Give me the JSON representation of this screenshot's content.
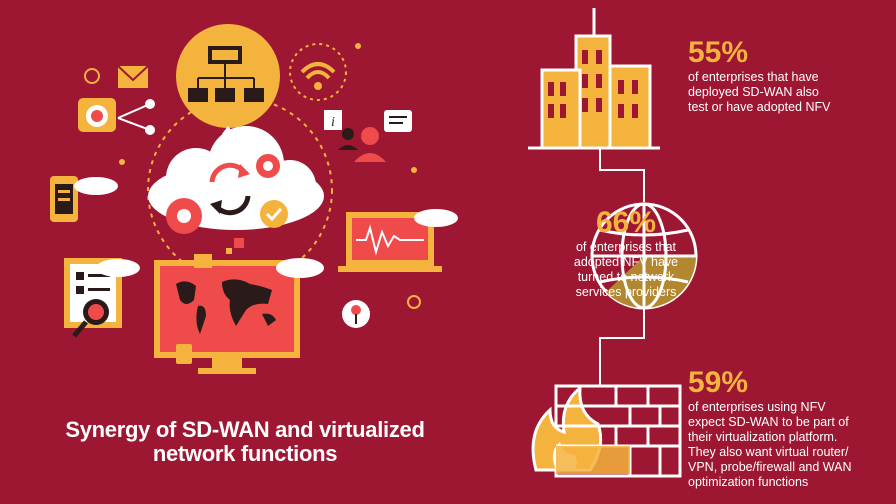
{
  "title": {
    "line1": "Synergy of SD-WAN and virtualized",
    "line2": "network functions"
  },
  "stats": [
    {
      "percent": "55%",
      "lines": [
        "of enterprises that have",
        "deployed SD-WAN also",
        "test or have adopted NFV"
      ]
    },
    {
      "percent": "66%",
      "lines": [
        "of enterprises that",
        "adopted NFV have",
        "turned to network",
        "services providers"
      ]
    },
    {
      "percent": "59%",
      "lines": [
        "of enterprises using NFV",
        "expect SD-WAN to be part of",
        "their virtualization platform.",
        "They also want virtual router/",
        "VPN, probe/firewall and WAN",
        "optimization functions"
      ]
    }
  ],
  "colors": {
    "background": "#9e1732",
    "accent": "#f4b33d",
    "coral": "#ef4b4b",
    "text": "#ffffff"
  },
  "icons": [
    "network-hub-icon",
    "wifi-icon",
    "mail-icon",
    "camera-icon",
    "info-icon",
    "user-icon",
    "chat-icon",
    "cloud-sync-icon",
    "gear-icon",
    "check-icon",
    "phone-icon",
    "laptop-icon",
    "monitor-world-map-icon",
    "checklist-icon",
    "magnifier-icon",
    "rose-icon",
    "building-icon",
    "globe-icon",
    "firewall-icon"
  ]
}
